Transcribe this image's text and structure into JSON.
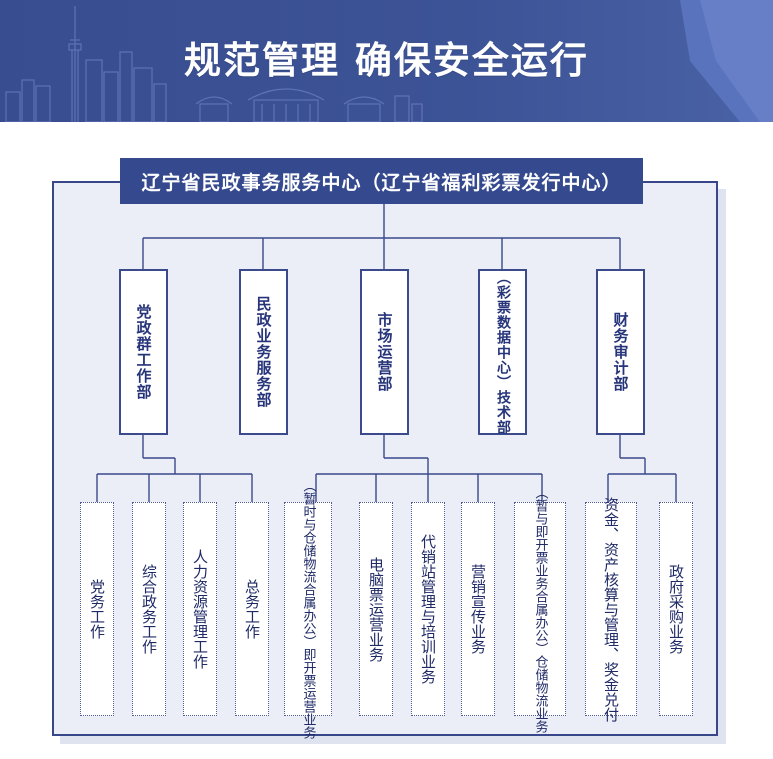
{
  "banner": {
    "title": "规范管理 确保安全运行"
  },
  "org": {
    "root": "辽宁省民政事务服务中心（辽宁省福利彩票发行中心）",
    "departments": [
      {
        "label": "党政群工作部"
      },
      {
        "label": "民政业务服务部"
      },
      {
        "label": "市场运营部"
      },
      {
        "label": "（彩票数据中心）技术部"
      },
      {
        "label": "财务审计部"
      }
    ],
    "duties": [
      {
        "label": "党务工作"
      },
      {
        "label": "综合政务工作"
      },
      {
        "label": "人力资源管理工作"
      },
      {
        "label": "总务工作"
      },
      {
        "label": "（暂时与仓储物流合属办公）即开票运营业务"
      },
      {
        "label": "电脑票运营业务"
      },
      {
        "label": "代销站管理与培训业务"
      },
      {
        "label": "营销宣传业务"
      },
      {
        "label": "（暂与即开票业务合属办公）仓储物流业务"
      },
      {
        "label": "资金、资产核算与管理、奖金兑付"
      },
      {
        "label": "政府采购业务"
      }
    ]
  },
  "colors": {
    "navy": "#34498e",
    "frame_fill": "#ebedf7",
    "line": "#3a4a8c"
  }
}
